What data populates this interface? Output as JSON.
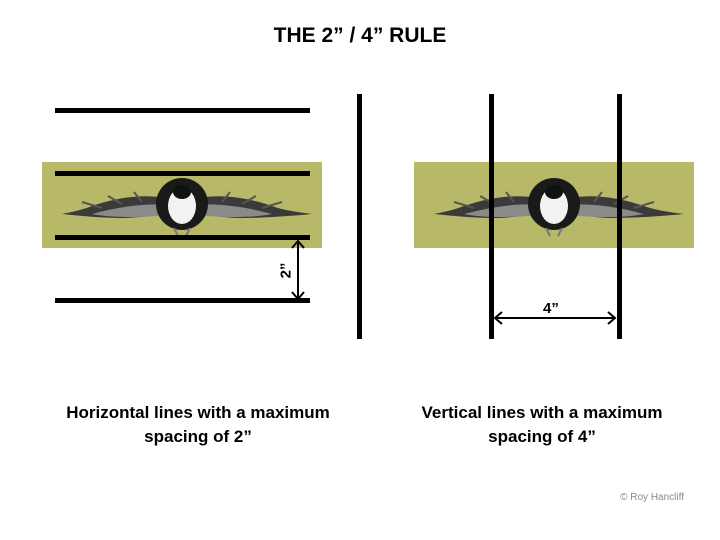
{
  "title": "THE 2” / 4” RULE",
  "left_panel": {
    "dimension_label": "2”",
    "caption_line1": "Horizontal lines with a maximum",
    "caption_line2": "spacing of 2”"
  },
  "right_panel": {
    "dimension_label": "4”",
    "caption_line1": "Vertical lines with a maximum",
    "caption_line2": "spacing of 4”"
  },
  "credit": "© Roy Hancliff",
  "colors": {
    "strip_background": "#b7b968",
    "line": "#000000"
  }
}
